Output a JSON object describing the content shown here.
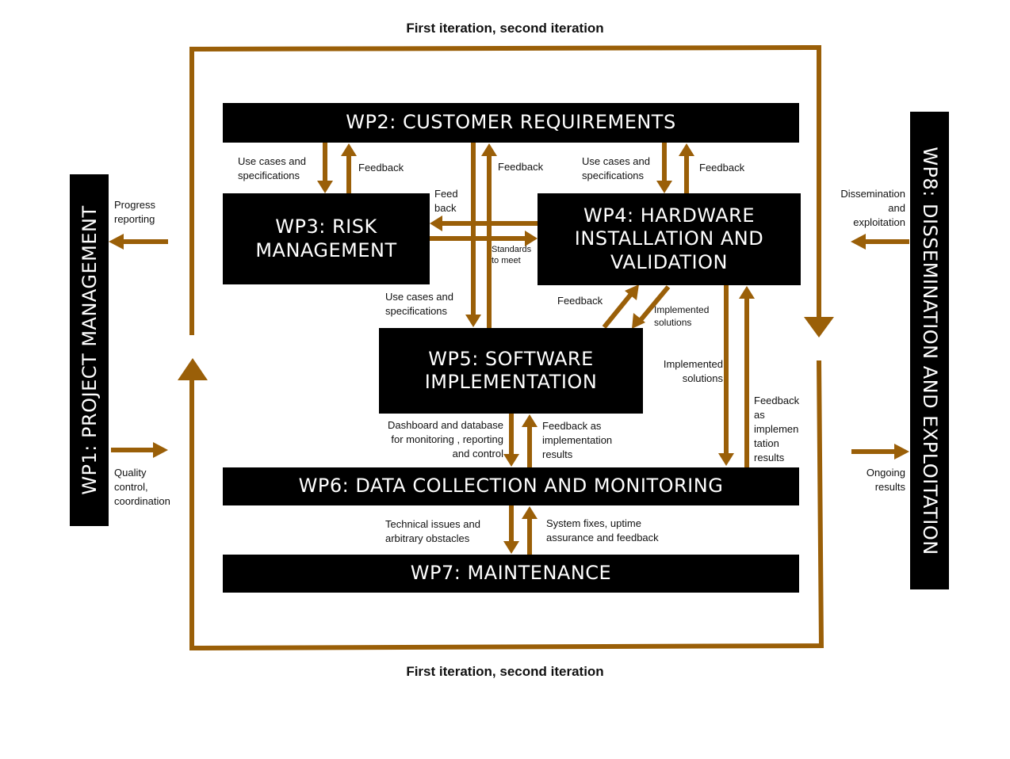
{
  "diagram": {
    "iteration_top": "First iteration, second iteration",
    "iteration_bottom": "First iteration, second iteration",
    "colors": {
      "arrow": "#9a5f08",
      "box": "#000000",
      "box_text": "#ffffff"
    },
    "boxes": {
      "wp1": "WP1: PROJECT MANAGEMENT",
      "wp2": "WP2: CUSTOMER REQUIREMENTS",
      "wp3": "WP3: RISK\nMANAGEMENT",
      "wp4": "WP4: HARDWARE\nINSTALLATION AND\nVALIDATION",
      "wp5": "WP5: SOFTWARE\nIMPLEMENTATION",
      "wp6": "WP6: DATA COLLECTION AND MONITORING",
      "wp7": "WP7: MAINTENANCE",
      "wp8": "WP8: DISSEMINATION AND  EXPLOITATION"
    },
    "labels": {
      "progress_reporting": "Progress\nreporting",
      "quality_control": "Quality\ncontrol,\ncoordination",
      "use_cases_wp3": "Use cases and\nspecifications",
      "feedback_wp3": "Feedback",
      "feed_back": "Feed\nback",
      "standards": "Standards\nto meet",
      "feedback_wp5_wp2": "Feedback",
      "use_cases_wp4": "Use cases and\nspecifications",
      "feedback_wp4": "Feedback",
      "use_cases_wp5": "Use cases and\nspecifications",
      "feedback_wp5_wp4": "Feedback",
      "implemented_small": "Implemented\nsolutions",
      "implemented_large": "Implemented\nsolutions",
      "feedback_impl_results": "Feedback\nas\nimplemen\ntation\nresults",
      "dashboard": "Dashboard and database\nfor monitoring , reporting\nand control",
      "feedback_as_impl": "Feedback as\nimplementation\nresults",
      "technical_issues": "Technical issues and\narbitrary obstacles",
      "system_fixes": "System fixes, uptime\nassurance and feedback",
      "dissemination": "Dissemination\nand\nexploitation",
      "ongoing_results": "Ongoing\nresults"
    }
  }
}
